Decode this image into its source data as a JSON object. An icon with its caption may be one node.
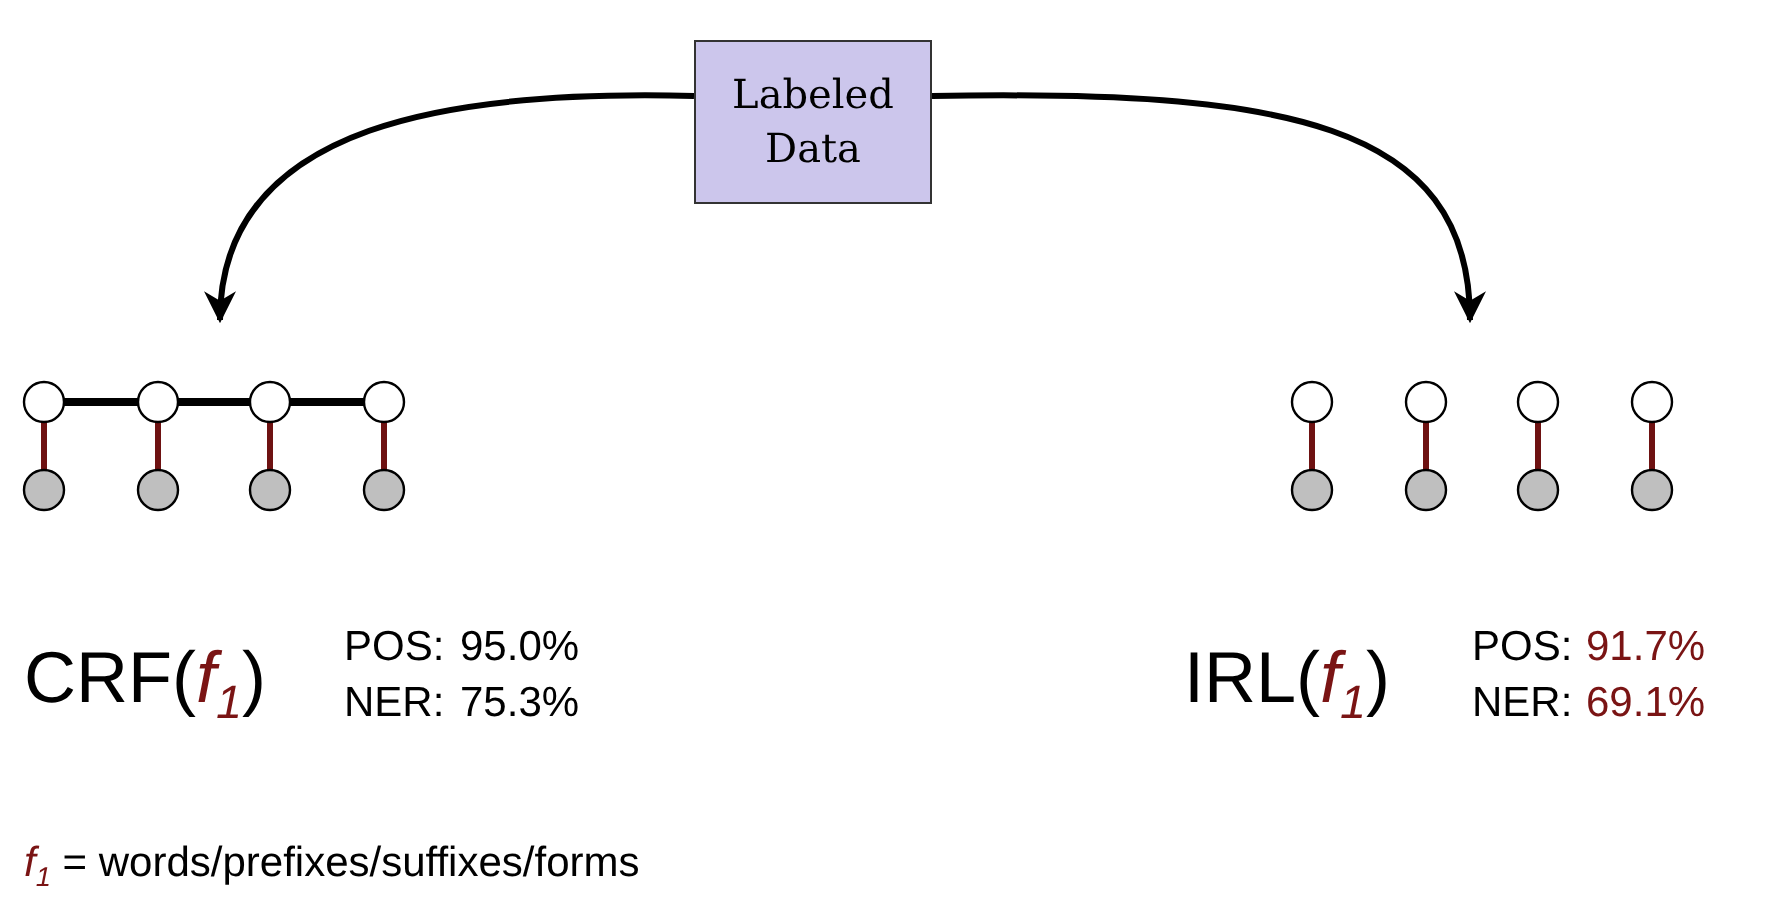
{
  "diagram": {
    "nodes": [
      {
        "text": [
          "Labeled Data"
        ]
      },
      {
        "text": [],
        "shape": "picture"
      },
      {
        "text": [],
        "shape": "picture"
      }
    ],
    "edges": [
      {
        "from": 0,
        "to": 1,
        "arrow": "to"
      },
      {
        "from": 0,
        "to": 2,
        "arrow": "to"
      }
    ],
    "labels": [
      "CRF(*f*$_{1}$)",
      "POS:",
      "95.0%",
      "NER:",
      "75.3%",
      "IRL(*f*$_{1}$)",
      "POS:",
      "91.7%",
      "NER:",
      "69.1%",
      "*f*$_{1}$ = words/prefixes/suffixes/forms"
    ]
  }
}
